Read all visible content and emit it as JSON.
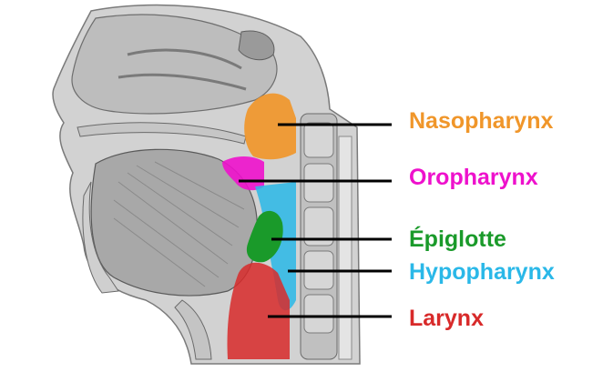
{
  "labels": {
    "nasopharynx": "Nasopharynx",
    "oropharynx": "Oropharynx",
    "epiglotte": "Épiglotte",
    "hypopharynx": "Hypopharynx",
    "larynx": "Larynx"
  },
  "colors": {
    "nasopharynx": "#f0962a",
    "oropharynx": "#ee11cc",
    "epiglotte": "#1a9a2a",
    "hypopharynx": "#2ab8e8",
    "larynx": "#d82a2a",
    "leader_line": "#000000",
    "tissue_dark": "#8a8a8a",
    "tissue_mid": "#b8b8b8",
    "tissue_light": "#dcdcdc"
  }
}
